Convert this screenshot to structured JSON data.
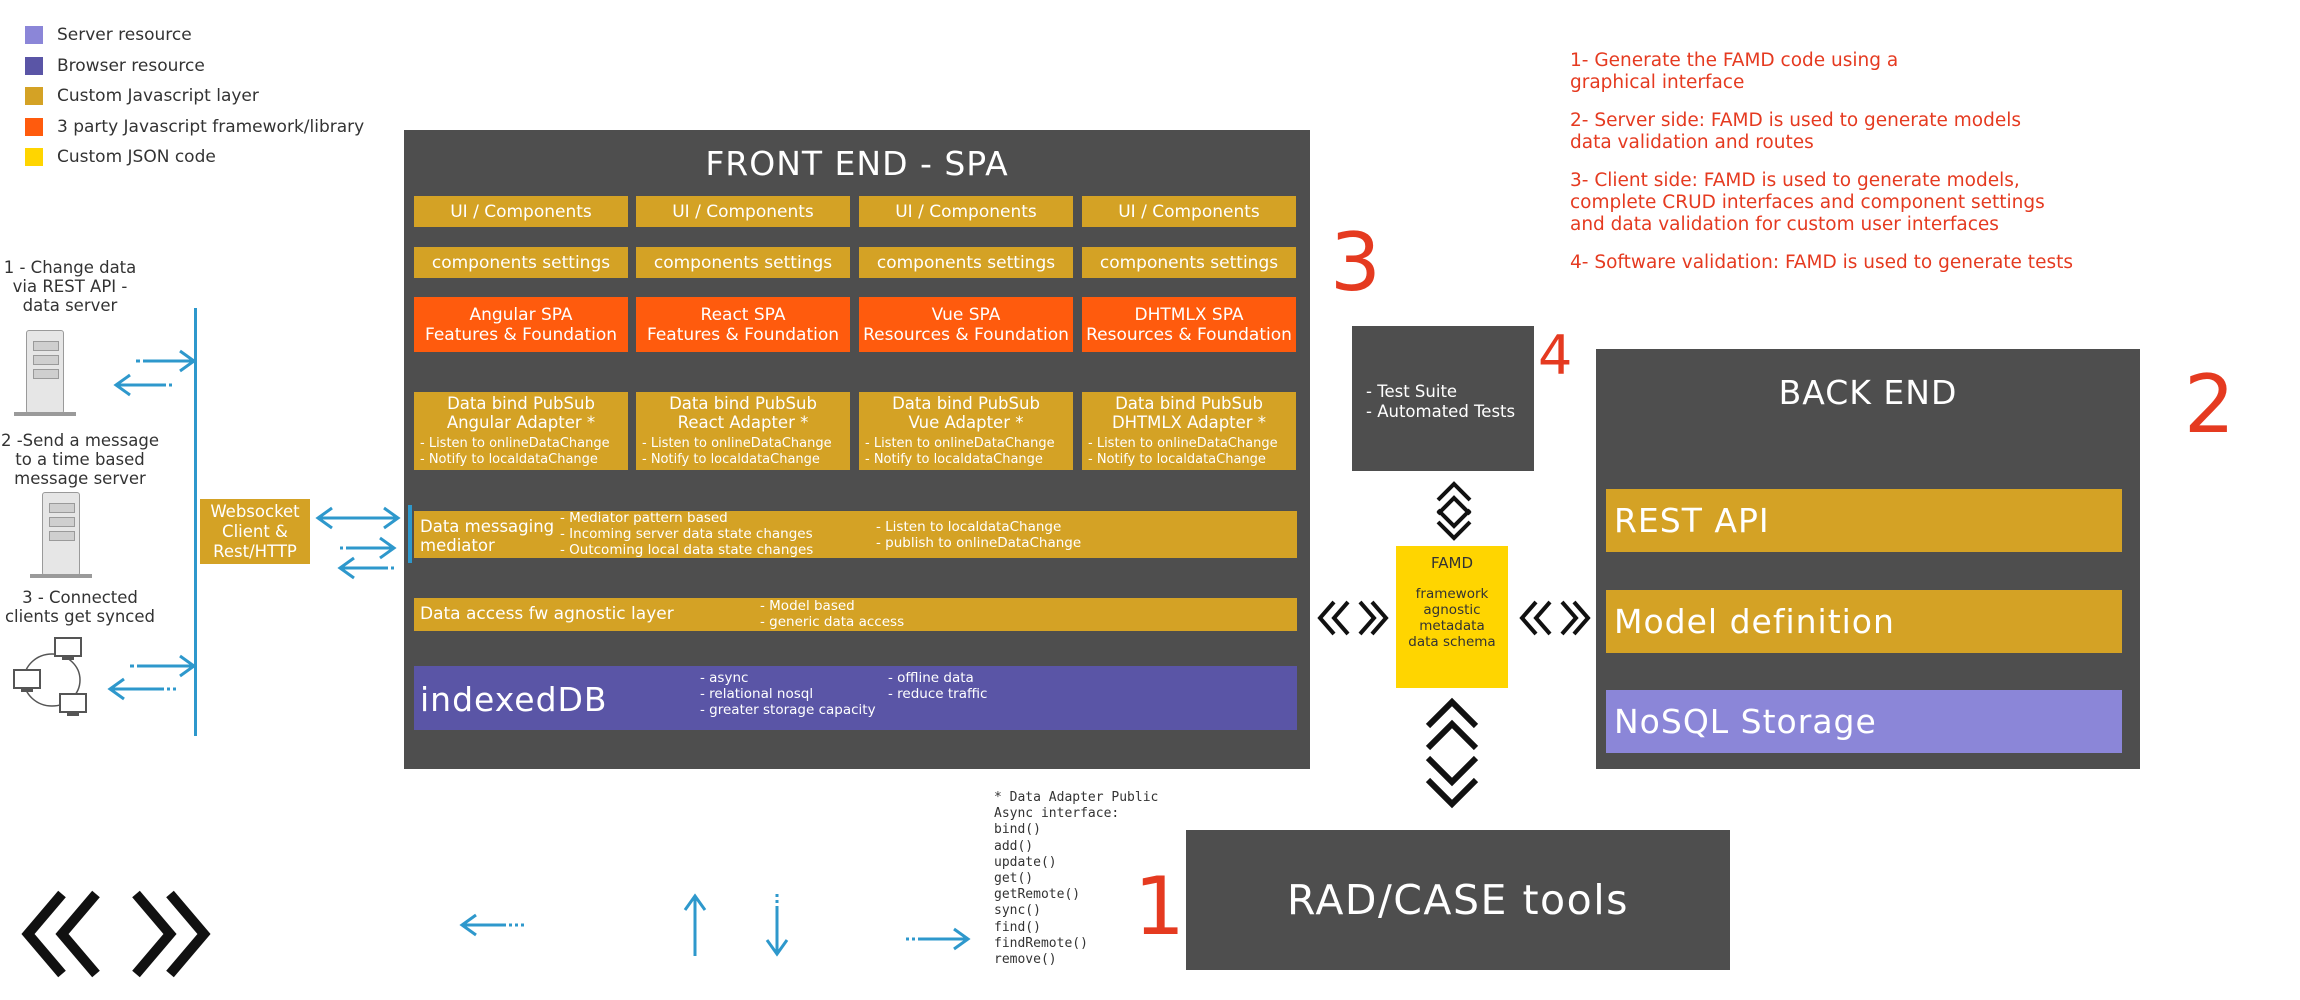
{
  "legend": [
    {
      "label": "Server resource",
      "color": "#8b86d8"
    },
    {
      "label": "Browser resource",
      "color": "#5a55a6"
    },
    {
      "label": "Custom Javascript layer",
      "color": "#d4a225"
    },
    {
      "label": "3 party Javascript framework/library",
      "color": "#ff5b0d"
    },
    {
      "label": "Custom JSON code",
      "color": "#ffd500"
    }
  ],
  "steps": {
    "step1": "1 - Change data\nvia REST API -\ndata server",
    "step2": "2 -Send a message\nto a time based\nmessage server",
    "step3": "3 - Connected\nclients get synced"
  },
  "websocket": "Websocket\nClient &\nRest/HTTP",
  "frontend": {
    "title": "FRONT END - SPA",
    "ui_components": [
      "UI / Components",
      "UI / Components",
      "UI / Components",
      "UI / Components"
    ],
    "component_settings": [
      "components settings",
      "components settings",
      "components settings",
      "components settings"
    ],
    "frameworks": [
      "Angular SPA\nFeatures & Foundation",
      "React SPA\nFeatures & Foundation",
      "Vue SPA\nResources & Foundation",
      "DHTMLX SPA\nResources & Foundation"
    ],
    "adapters": [
      {
        "title": "Data bind PubSub\nAngular Adapter *",
        "sub": "- Listen to onlineDataChange\n- Notify to localdataChange"
      },
      {
        "title": "Data bind PubSub\nReact Adapter *",
        "sub": "- Listen to onlineDataChange\n- Notify to localdataChange"
      },
      {
        "title": "Data bind PubSub\nVue Adapter *",
        "sub": "- Listen to onlineDataChange\n- Notify to localdataChange"
      },
      {
        "title": "Data bind PubSub\nDHTMLX Adapter *",
        "sub": "- Listen to onlineDataChange\n- Notify to localdataChange"
      }
    ],
    "mediator": {
      "title": "Data messaging\nmediator",
      "col1": "- Mediator pattern based\n- Incoming server data state changes\n- Outcoming local data state changes",
      "col2": "- Listen to localdataChange\n- publish to onlineDataChange"
    },
    "access_layer": {
      "title": "Data access fw agnostic layer",
      "notes": "- Model based\n- generic data access"
    },
    "indexeddb": {
      "title": "indexedDB",
      "col1": "- async\n- relational nosql\n- greater storage capacity",
      "col2": "- offline data\n- reduce traffic"
    }
  },
  "famd": {
    "title": "FAMD",
    "description": "framework\nagnostic\nmetadata\ndata schema"
  },
  "test_suite": "- Test Suite\n- Automated Tests",
  "backend": {
    "title": "BACK END",
    "rest_api": "REST API",
    "model_definition": "Model definition",
    "nosql": "NoSQL Storage"
  },
  "rad": "RAD/CASE tools",
  "numbers": {
    "n1": "1",
    "n2": "2",
    "n3": "3",
    "n4": "4"
  },
  "notes": [
    "1- Generate the FAMD code using a\ngraphical interface",
    "2- Server side: FAMD is used to generate models\ndata validation and routes",
    "3- Client side: FAMD is used to generate models,\ncomplete CRUD interfaces and component settings\nand data validation for custom user interfaces",
    "4- Software validation: FAMD is used to generate tests"
  ],
  "adapter_interface": "* Data Adapter Public\nAsync interface:\nbind()\nadd()\nupdate()\nget()\ngetRemote()\nsync()\nfind()\nfindRemote()\nremove()",
  "colors": {
    "dark_panel": "#4e4e4e",
    "gold": "#d4a225",
    "orange": "#ff5b0d",
    "purple": "#5a55a6",
    "light_purple": "#8b86d8",
    "yellow": "#ffd500",
    "red": "#e53a20",
    "blue": "#2e98cc"
  }
}
